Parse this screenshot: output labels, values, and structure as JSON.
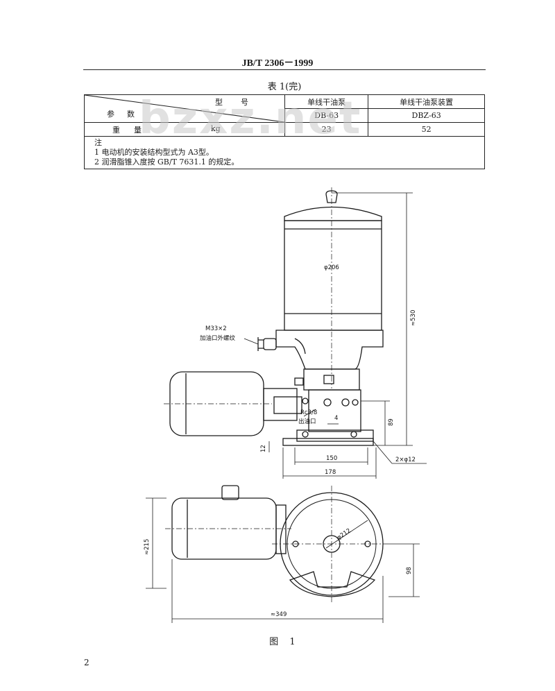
{
  "header": {
    "standard_no": "JB/T  2306－1999"
  },
  "table": {
    "caption": "表 1(完)",
    "diag_top": "型号",
    "diag_bottom": "参数",
    "col1_header": "单线干油泵",
    "col2_header": "单线干油泵装置",
    "model1": "DB-63",
    "model2": "DBZ-63",
    "weight_label": "重量",
    "weight_unit": "kg",
    "weight1": "23",
    "weight2": "52",
    "note_title": "注",
    "note1": "1 电动机的安装结构型式为 A3型。",
    "note2": "2 润滑脂锥入度按 GB/T 7631.1 的规定。"
  },
  "watermark": "bzxz.net",
  "figure": {
    "labels": {
      "diameter_reservoir": "φ206",
      "height_total": "≈530",
      "thread": "M33×2",
      "fill_port": "加油口外螺纹",
      "outlet_thread": "Rc3/8",
      "outlet": "出油口",
      "dim_4": "4",
      "dim_89": "89",
      "dim_12": "12",
      "dim_150": "150",
      "dim_178": "178",
      "holes": "2×φ12",
      "dim_215": "≈215",
      "diameter_212": "φ212",
      "dim_98": "98",
      "dim_349": "≈349"
    },
    "caption": "图 1"
  },
  "page_number": "2"
}
